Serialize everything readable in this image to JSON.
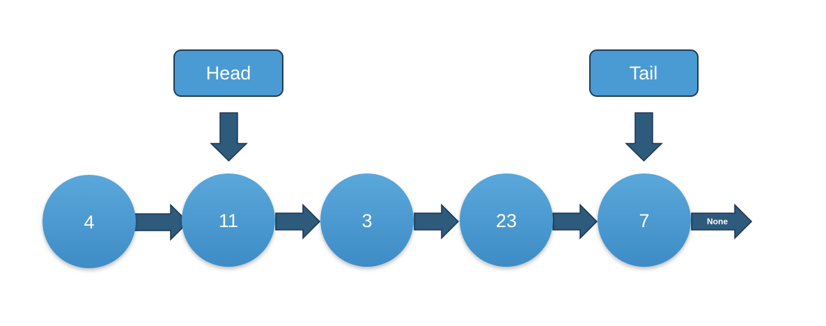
{
  "colors": {
    "node_fill_top": "#5AA7DB",
    "node_fill_bottom": "#3F8FC9",
    "label_fill": "#4A9BD3",
    "label_border": "#1F3A52",
    "arrow_fill": "#2E5A7C",
    "arrow_stroke": "#1A3550"
  },
  "diagram": {
    "nodes": [
      {
        "value": "4"
      },
      {
        "value": "11"
      },
      {
        "value": "3"
      },
      {
        "value": "23"
      },
      {
        "value": "7"
      }
    ],
    "pointers": {
      "head": {
        "label": "Head",
        "target_index": 1
      },
      "tail": {
        "label": "Tail",
        "target_index": 4
      }
    },
    "terminator": {
      "label": "None"
    }
  }
}
